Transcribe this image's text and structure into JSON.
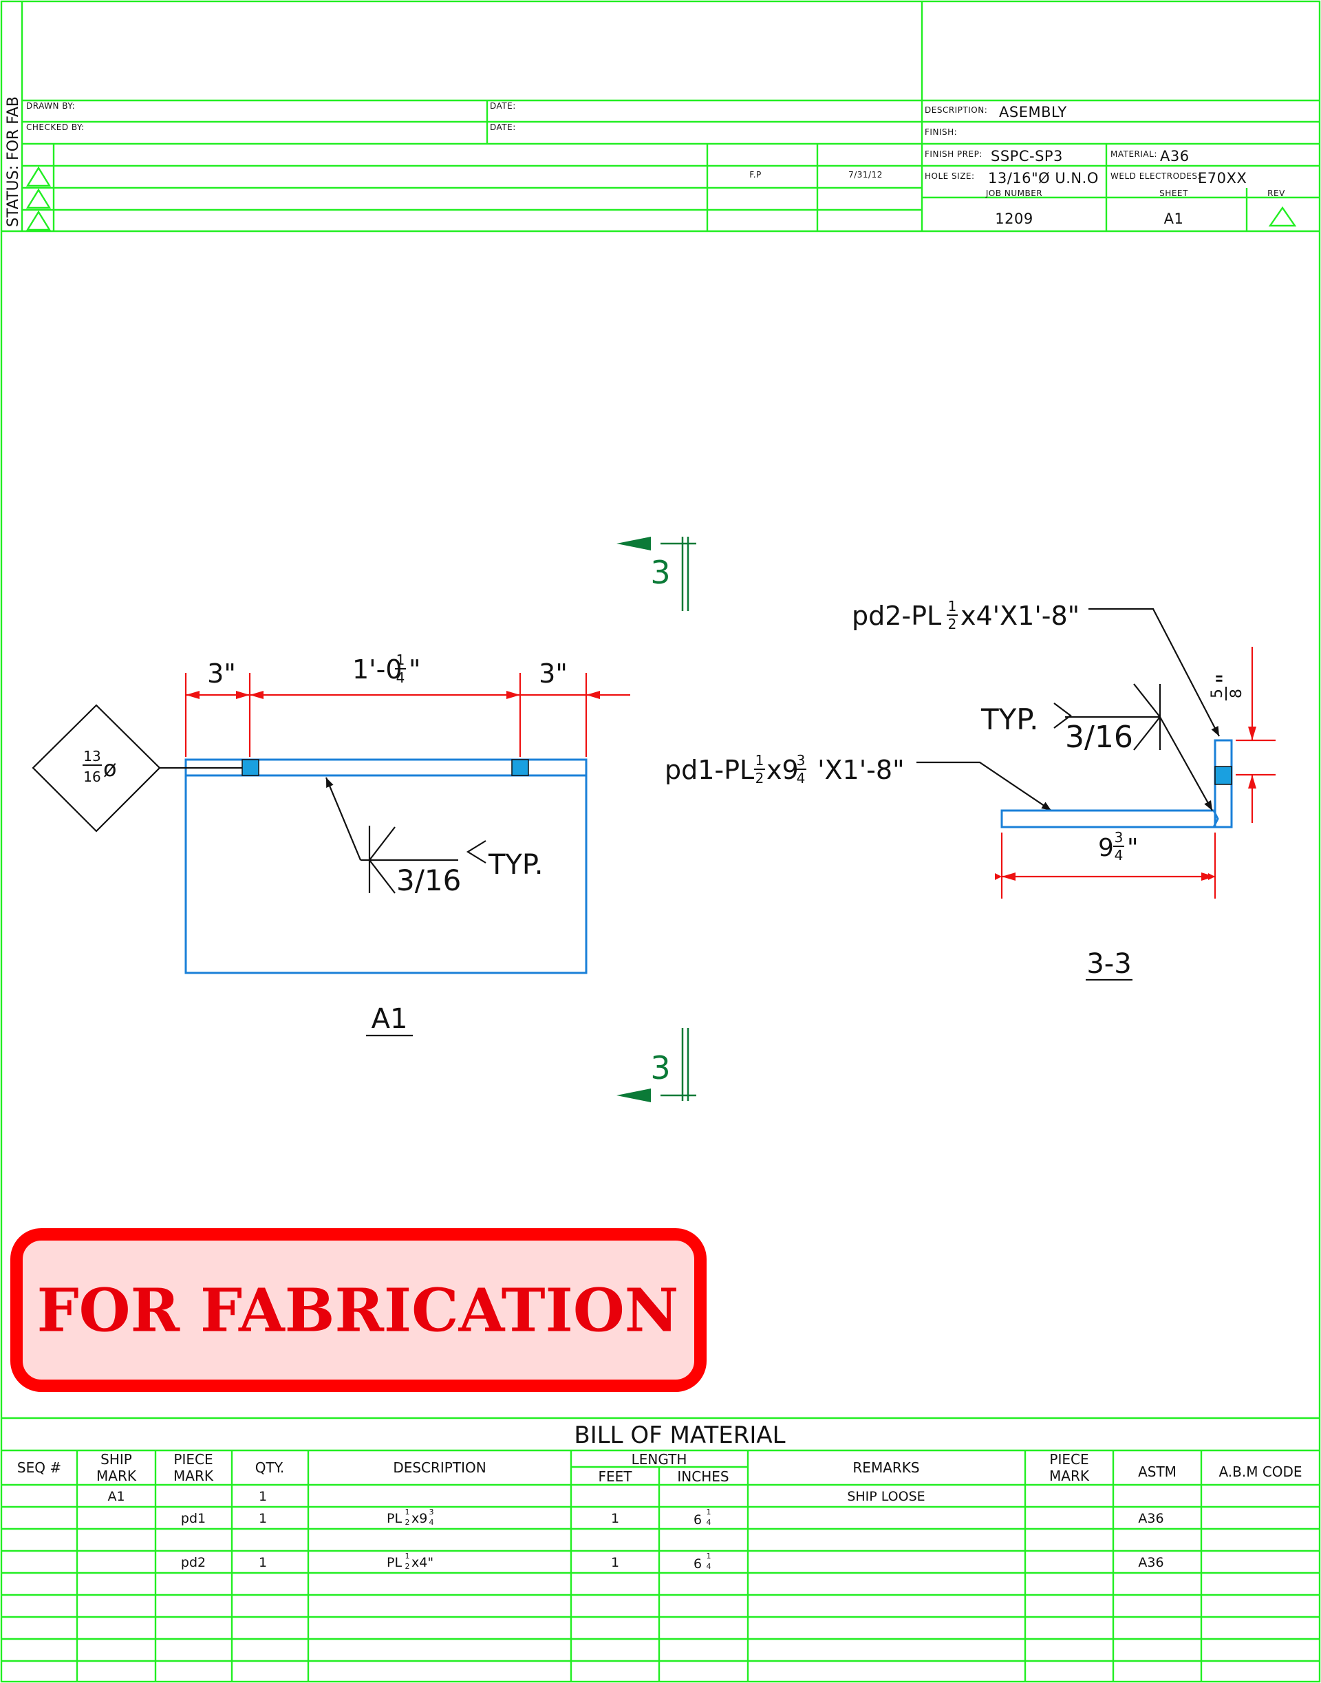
{
  "status_text": "STATUS:  FOR FAB",
  "title_block": {
    "drawn_by_label": "DRAWN BY:",
    "checked_by_label": "CHECKED BY:",
    "date_label": "DATE:",
    "revision_row": {
      "by": "F.P",
      "date": "7/31/12"
    },
    "description_label": "DESCRIPTION:",
    "description_value": "ASEMBLY",
    "finish_label": "FINISH:",
    "finish_prep_label": "FINISH PREP:",
    "finish_prep_value": "SSPC-SP3",
    "material_label": "MATERIAL:",
    "material_value": "A36",
    "hole_size_label": "HOLE SIZE:",
    "hole_size_value": "13/16\"Ø U.N.O",
    "weld_electrodes_label": "WELD ELECTRODES:",
    "weld_electrodes_value": "E70XX",
    "job_number_label": "JOB NUMBER",
    "job_number_value": "1209",
    "sheet_label": "SHEET",
    "sheet_value": "A1",
    "rev_label": "REV"
  },
  "drawing": {
    "section_mark": "3",
    "view_a1_label": "A1",
    "view_33_label": "3-3",
    "dim_left": "3\"",
    "dim_mid_whole": "1'-0",
    "dim_mid_num": "1",
    "dim_mid_den": "4",
    "dim_mid_tail": "\"",
    "dim_right": "3\"",
    "hole_num": "13",
    "hole_den": "16",
    "hole_symbol": "ø",
    "weld_left_size": "3/16",
    "weld_left_typ": "TYP.",
    "weld_right_typ": "TYP.",
    "weld_right_size": "3/16",
    "pd1_callout": {
      "prefix": "pd1-PL ",
      "f1n": "1",
      "f1d": "2",
      "mid": "x9",
      "f2n": "3",
      "f2d": "4",
      "tail": " 'X1'-8\""
    },
    "pd2_callout": {
      "prefix": "pd2-PL ",
      "f1n": "1",
      "f1d": "2",
      "tail": "x4'X1'-8\""
    },
    "dim_9_whole": "9",
    "dim_9_num": "3",
    "dim_9_den": "4",
    "dim_9_tail": "\"",
    "dim_vert_num": "5",
    "dim_vert_den": "8",
    "dim_vert_tail": "\""
  },
  "stamp": {
    "text": "FOR FABRICATION",
    "fill": "#ffdada",
    "border": "#ff0000"
  },
  "bom": {
    "title": "BILL OF MATERIAL",
    "headers": {
      "seq": "SEQ #",
      "ship1": "SHIP",
      "ship2": "MARK",
      "piece1": "PIECE",
      "piece2": "MARK",
      "qty": "QTY.",
      "desc": "DESCRIPTION",
      "length": "LENGTH",
      "feet": "FEET",
      "inches": "INCHES",
      "remarks": "REMARKS",
      "piece_r1": "PIECE",
      "piece_r2": "MARK",
      "astm": "ASTM",
      "abm": "A.B.M CODE"
    },
    "rows": [
      {
        "ship_mark": "A1",
        "qty": "1",
        "remarks": "SHIP LOOSE"
      },
      {
        "piece_mark": "pd1",
        "qty": "1",
        "desc_prefix": "PL ",
        "d1n": "1",
        "d1d": "2",
        "desc_mid": "x9",
        "d2n": "3",
        "d2d": "4",
        "desc_tail": "",
        "feet": "1",
        "inch_whole": "6",
        "inch_num": "1",
        "inch_den": "4",
        "astm": "A36"
      },
      {
        "piece_mark": "pd2",
        "qty": "1",
        "desc_prefix": "PL ",
        "d1n": "1",
        "d1d": "2",
        "desc_tail": "x4\"",
        "feet": "1",
        "inch_whole": "6",
        "inch_num": "1",
        "inch_den": "4",
        "astm": "A36"
      }
    ]
  },
  "colors": {
    "grid": "#22ee22",
    "dimension": "#ee1111",
    "outline": "#1a80d8",
    "plate_fill": "#1aa0e0",
    "section": "#0b7a37"
  }
}
